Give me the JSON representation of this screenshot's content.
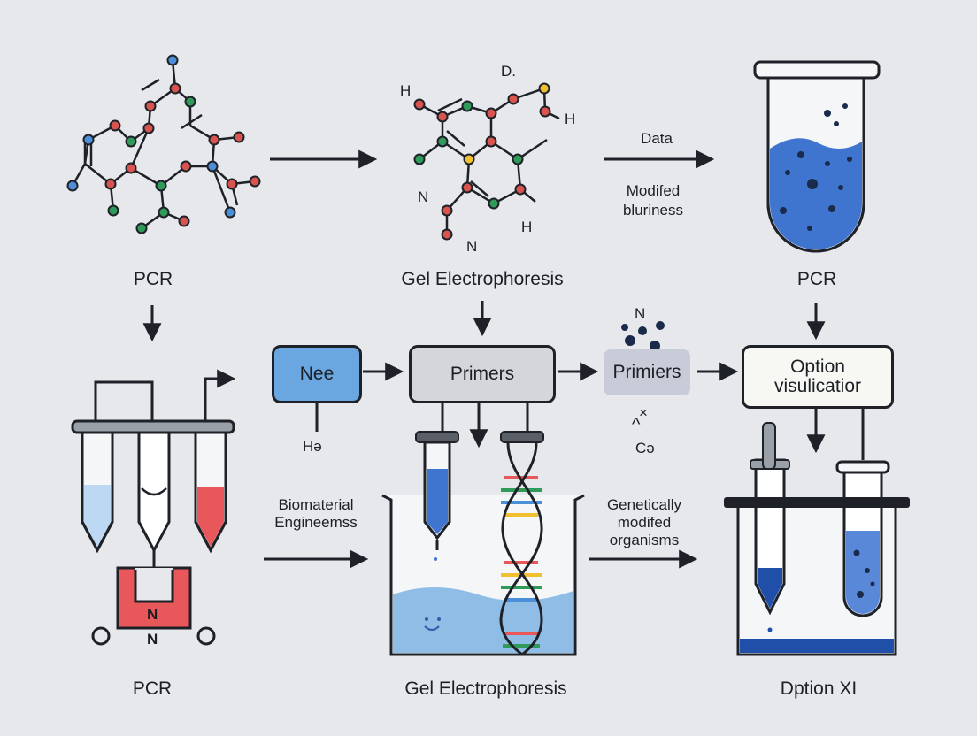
{
  "labels": {
    "top_left": "PCR",
    "top_center": "Gel Electrophoresis",
    "top_right": "PCR",
    "bottom_left": "PCR",
    "bottom_center": "Gel Electrophoresis",
    "bottom_right": "Dption XI"
  },
  "molecule2_atoms": {
    "d": "D.",
    "h1": "H",
    "h2": "H",
    "n1": "N",
    "n2": "N",
    "h3": "H"
  },
  "arrow_top_right_text": {
    "line1": "Data",
    "line2": "Modifed",
    "line3": "bluriness"
  },
  "boxes": {
    "nee": "Nee",
    "primers": "Primers",
    "primiers": "Primiers",
    "option_line1": "Option",
    "option_line2": "visulicatior"
  },
  "annotations": {
    "h9": "Hə",
    "n_top": "N",
    "x_mark": "×",
    "c9": "Cə",
    "magnet_n1": "N",
    "magnet_n2": "N"
  },
  "arrow_bottom_text": {
    "left_line1": "Biomaterial",
    "left_line2": "Engineemss",
    "right_line1": "Genetically",
    "right_line2": "modifed",
    "right_line3": "organisms"
  },
  "colors": {
    "background": "#e6e8ec",
    "stroke": "#1e2228",
    "blue_liquid": "#3f74cf",
    "light_blue": "#8fbde6",
    "red": "#e8585a",
    "box_blue": "#6aa6df",
    "box_gray": "#d4d6da",
    "atom_red": "#d9534f",
    "atom_green": "#2f9a5a",
    "atom_blue": "#4b8fd8",
    "atom_yellow": "#f0c030"
  }
}
